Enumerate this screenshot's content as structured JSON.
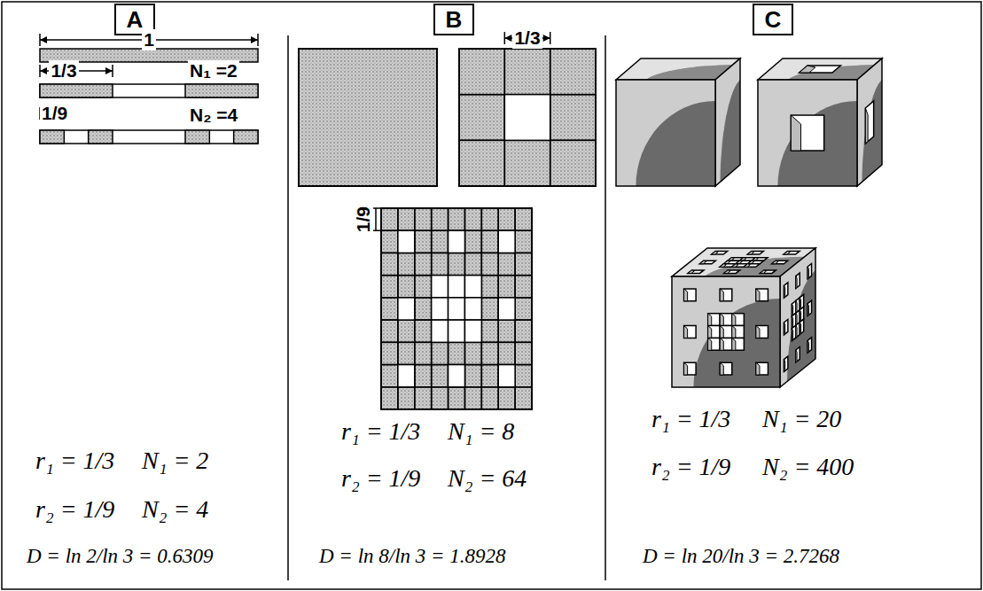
{
  "diagram": {
    "nodes": [
      {
        "text": [
          "A"
        ]
      },
      {
        "text": [
          "B"
        ]
      },
      {
        "text": [
          "C"
        ]
      }
    ],
    "labels": [
      "1",
      "1/3",
      "N₁ =2",
      "1/9",
      "N₂ =4",
      "r₁ = 1/3",
      "N₁ = 2",
      "r₂ = 1/9",
      "N₂ = 4",
      "D = ln 2/ln 3 = 0.6309",
      "1/3",
      "1/9",
      "r₁ = 1/3",
      "N₁ = 8",
      "r₂ = 1/9",
      "N₂ = 64",
      "D = ln 8/ln 3 = 1.8928",
      "r₁ = 1/3",
      "N₁ = 20",
      "r₂ = 1/9",
      "N₂ = 400",
      "D = ln 20/ln 3 = 2.7268"
    ]
  }
}
